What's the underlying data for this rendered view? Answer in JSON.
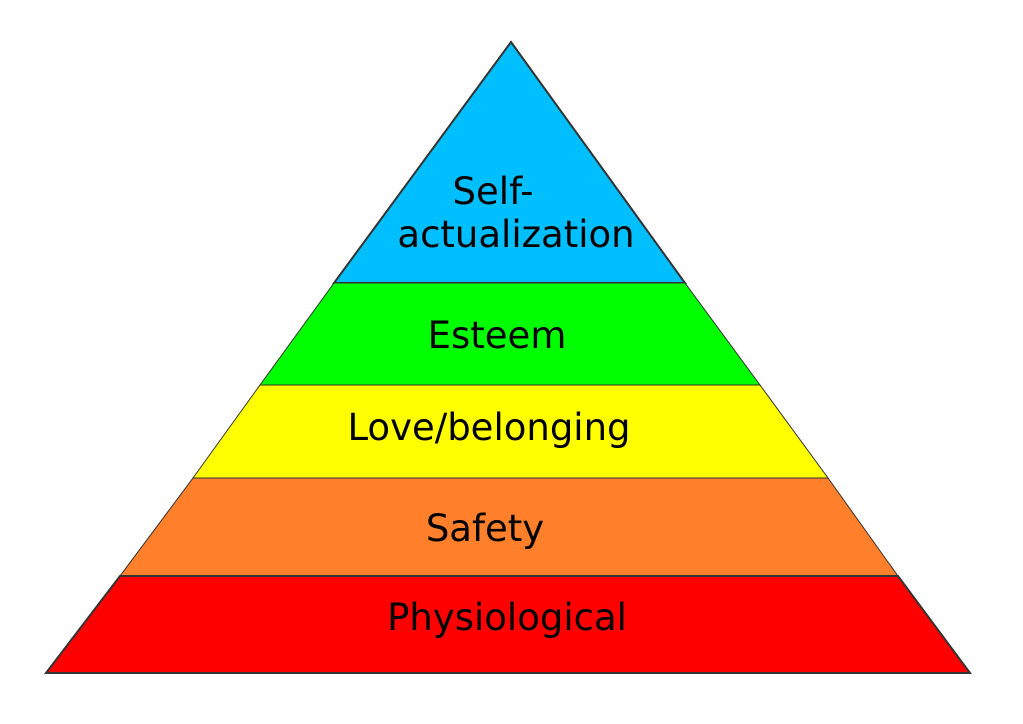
{
  "title": "Maslow's hierarchy of needs",
  "levels": [
    {
      "label_lines": [
        "Self-",
        "actualization"
      ],
      "color": "#00BFFF"
    },
    {
      "label_lines": [
        "Esteem"
      ],
      "color": "#00FF00"
    },
    {
      "label_lines": [
        "Love/belonging"
      ],
      "color": "#FFFF00"
    },
    {
      "label_lines": [
        "Safety"
      ],
      "color": "#FF7F2A"
    },
    {
      "label_lines": [
        "Physiological"
      ],
      "color": "#FF0000"
    }
  ]
}
